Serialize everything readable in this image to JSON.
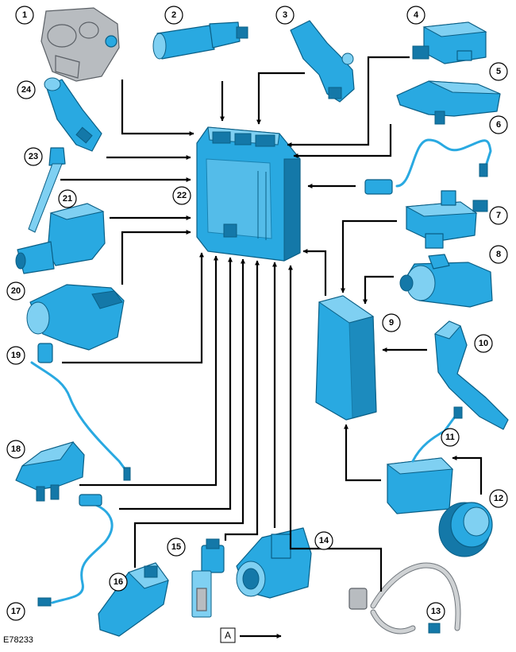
{
  "diagram": {
    "reference_code": "E78233",
    "legend_key": "A",
    "labels": [
      "1",
      "2",
      "3",
      "4",
      "5",
      "6",
      "7",
      "8",
      "9",
      "10",
      "11",
      "12",
      "13",
      "14",
      "15",
      "16",
      "17",
      "18",
      "19",
      "20",
      "21",
      "22",
      "23",
      "24"
    ]
  },
  "colors": {
    "component_fill": "#29a9e1",
    "component_outline": "#0a5f86",
    "connection_line": "#000000",
    "background": "#ffffff"
  }
}
